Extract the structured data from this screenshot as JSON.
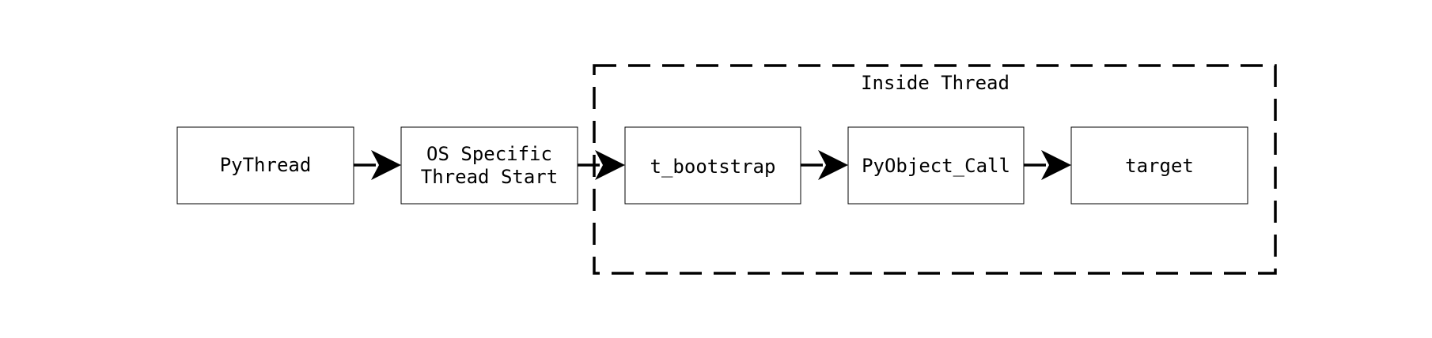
{
  "group": {
    "title": "Inside Thread"
  },
  "boxes": [
    {
      "id": "pythread",
      "lines": [
        "PyThread"
      ]
    },
    {
      "id": "os-specific-thread-start",
      "lines": [
        "OS Specific",
        "Thread Start"
      ]
    },
    {
      "id": "t-bootstrap",
      "lines": [
        "t_bootstrap"
      ]
    },
    {
      "id": "pyobject-call",
      "lines": [
        "PyObject_Call"
      ]
    },
    {
      "id": "target",
      "lines": [
        "target"
      ]
    }
  ],
  "edges": [
    {
      "from": "pythread",
      "to": "os-specific-thread-start"
    },
    {
      "from": "os-specific-thread-start",
      "to": "t-bootstrap"
    },
    {
      "from": "t-bootstrap",
      "to": "pyobject-call"
    },
    {
      "from": "pyobject-call",
      "to": "target"
    }
  ]
}
